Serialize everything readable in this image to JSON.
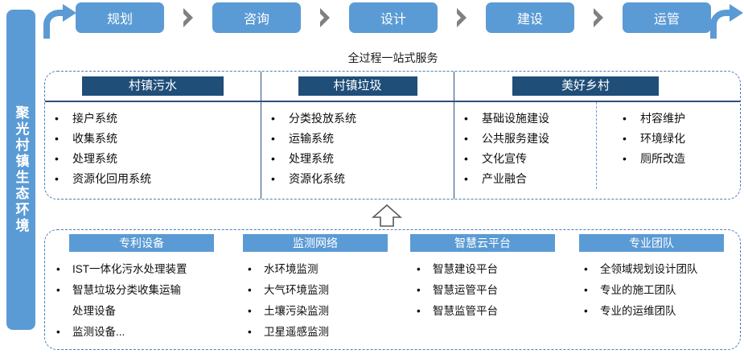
{
  "brand": {
    "vertical_title": "聚光村镇生态环境",
    "color": "#5B9BD5"
  },
  "flow": {
    "stages": [
      {
        "label": "规划"
      },
      {
        "label": "咨询"
      },
      {
        "label": "设计"
      },
      {
        "label": "建设"
      },
      {
        "label": "运管"
      }
    ],
    "separator_icon": "chevron-right-icon",
    "loop_left_icon": "loop-arrow-right-icon",
    "loop_right_icon": "loop-arrow-left-icon",
    "chip_color": "#5B9BD5",
    "separator_color": "#808080",
    "caption": "全过程一站式服务"
  },
  "connector": {
    "icon": "up-arrow-outline-icon"
  },
  "domains": {
    "header_color": "#1F4E79",
    "columns": [
      {
        "title": "村镇污水",
        "groups": [
          {
            "items": [
              "接户系统",
              "收集系统",
              "处理系统",
              "资源化回用系统"
            ]
          }
        ]
      },
      {
        "title": "村镇垃圾",
        "groups": [
          {
            "items": [
              "分类投放系统",
              "运输系统",
              "处理系统",
              "资源化系统"
            ]
          }
        ]
      },
      {
        "title": "美好乡村",
        "groups": [
          {
            "items": [
              "基础设施建设",
              "公共服务建设",
              "文化宣传",
              "产业融合"
            ]
          },
          {
            "items": [
              "村容维护",
              "环境绿化",
              "厕所改造"
            ]
          }
        ]
      }
    ]
  },
  "capabilities": {
    "header_color": "#5B9BD5",
    "columns": [
      {
        "title": "专利设备",
        "items": [
          {
            "text": "IST一体化污水处理装置",
            "bullet": true
          },
          {
            "text": "智慧垃圾分类收集运输",
            "bullet": true
          },
          {
            "text": "处理设备",
            "bullet": false
          },
          {
            "text": "监测设备...",
            "bullet": true
          }
        ]
      },
      {
        "title": "监测网络",
        "items": [
          {
            "text": "水环境监测",
            "bullet": true
          },
          {
            "text": "大气环境监测",
            "bullet": true
          },
          {
            "text": "土壤污染监测",
            "bullet": true
          },
          {
            "text": "卫星遥感监测",
            "bullet": true
          }
        ]
      },
      {
        "title": "智慧云平台",
        "items": [
          {
            "text": "智慧建设平台",
            "bullet": true
          },
          {
            "text": "智慧运管平台",
            "bullet": true
          },
          {
            "text": "智慧监管平台",
            "bullet": true
          }
        ]
      },
      {
        "title": "专业团队",
        "items": [
          {
            "text": "全领域规划设计团队",
            "bullet": true
          },
          {
            "text": "专业的施工团队",
            "bullet": true
          },
          {
            "text": "专业的运维团队",
            "bullet": true
          }
        ]
      }
    ]
  }
}
